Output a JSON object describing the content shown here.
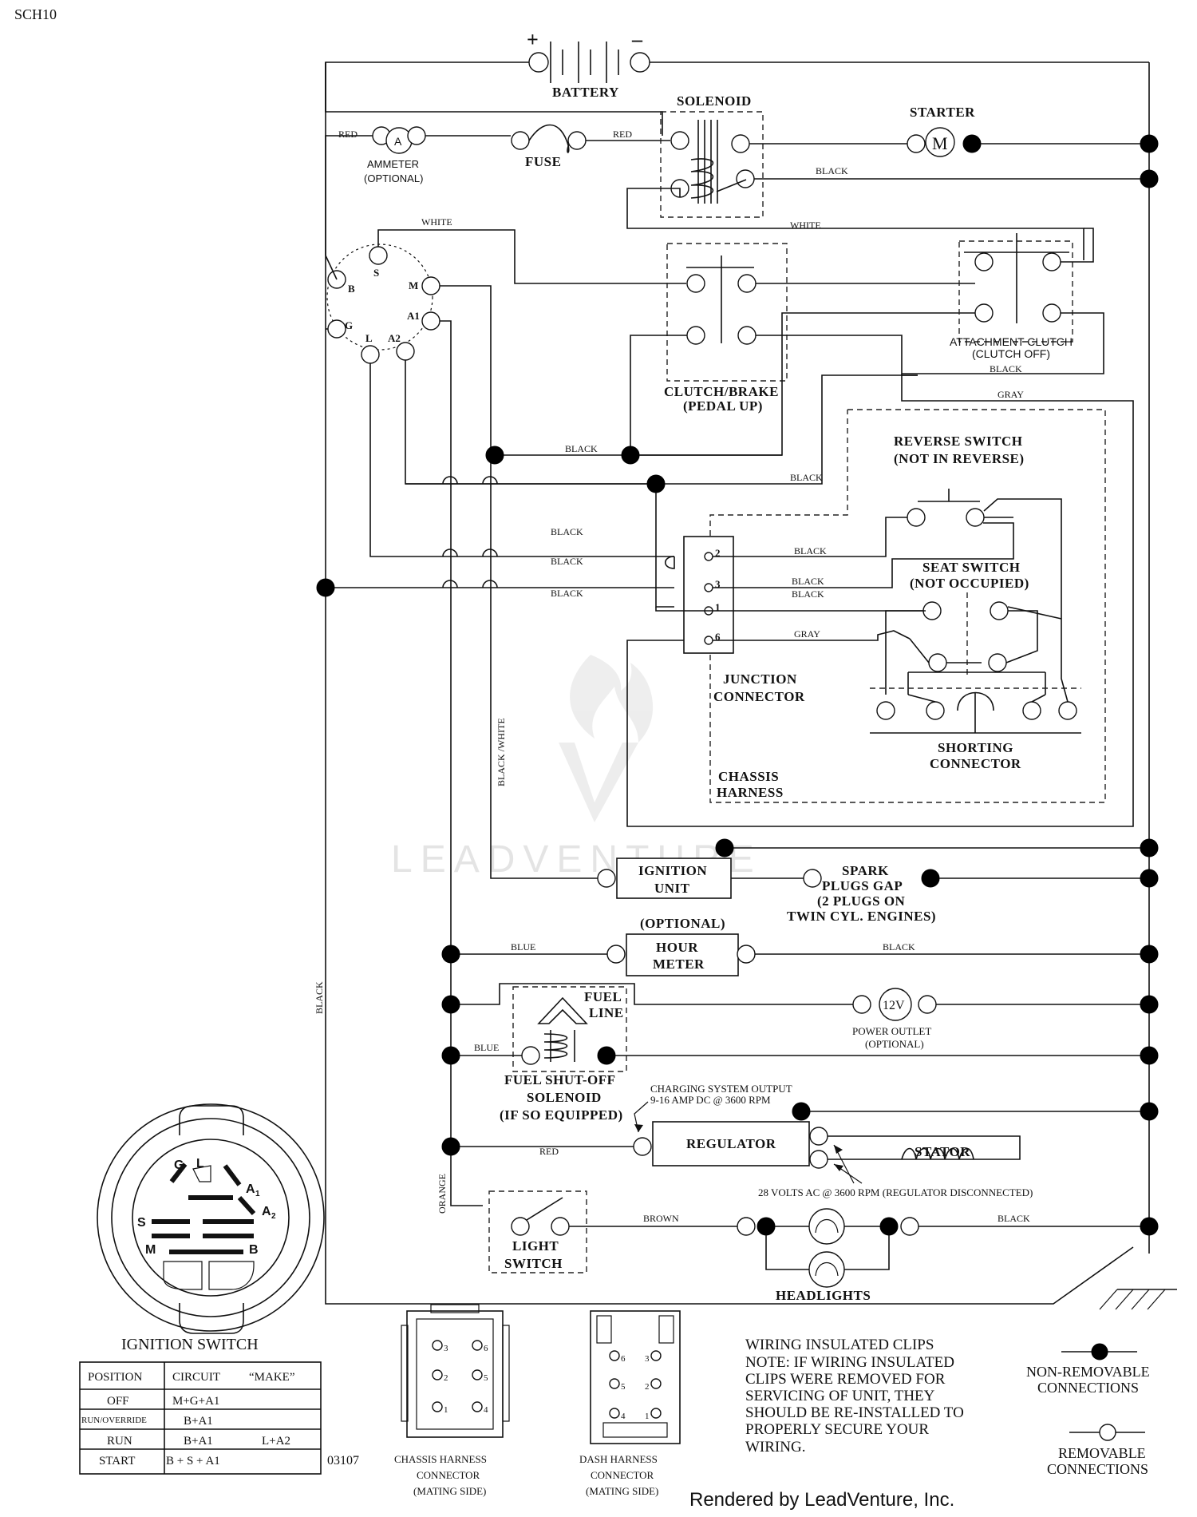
{
  "page_code": "SCH10",
  "battery": {
    "label": "BATTERY",
    "plus": "+",
    "minus": "–"
  },
  "solenoid": {
    "label": "SOLENOID"
  },
  "starter": {
    "label": "STARTER",
    "symbol": "M"
  },
  "ammeter": {
    "symbol": "A",
    "line1": "AMMETER",
    "line2": "(OPTIONAL)"
  },
  "fuse": {
    "label": "FUSE"
  },
  "wire_colors": {
    "red_1": "RED",
    "red_2": "RED",
    "red_reg": "RED",
    "black_starter": "BLACK",
    "black_mid": "BLACK",
    "black_right": "BLACK",
    "black_j1": "BLACK",
    "black_j2": "BLACK",
    "black_j3": "BLACK",
    "black_r2": "BLACK",
    "black_r3": "BLACK",
    "black_r1": "BLACK",
    "black_ac": "BLACK",
    "black_hm": "BLACK",
    "black_hl": "BLACK",
    "white_top": "WHITE",
    "white_right": "WHITE",
    "gray_ac": "GRAY",
    "gray_j6": "GRAY",
    "black_white": "BLACK /WHITE",
    "black_left": "BLACK",
    "blue_hm": "BLUE",
    "blue_fuel": "BLUE",
    "orange": "ORANGE",
    "brown": "BROWN"
  },
  "ignition_terminals": {
    "b": "B",
    "s": "S",
    "m": "M",
    "a1": "A1",
    "g": "G",
    "l": "L",
    "a2": "A2"
  },
  "clutch_brake": {
    "line1": "CLUTCH/BRAKE",
    "line2": "(PEDAL UP)"
  },
  "attachment_clutch": {
    "line1": "ATTACHMENT CLUTCH",
    "line2": "(CLUTCH OFF)"
  },
  "reverse_switch": {
    "line1": "REVERSE SWITCH",
    "line2": "(NOT IN REVERSE)"
  },
  "seat_switch": {
    "line1": "SEAT SWITCH",
    "line2": "(NOT OCCUPIED)"
  },
  "junction": {
    "pins": [
      "2",
      "3",
      "1",
      "6"
    ],
    "line1": "JUNCTION",
    "line2": "CONNECTOR"
  },
  "chassis_harness": {
    "line1": "CHASSIS",
    "line2": "HARNESS"
  },
  "shorting_connector": {
    "line1": "SHORTING",
    "line2": "CONNECTOR"
  },
  "ignition_unit": {
    "line1": "IGNITION",
    "line2": "UNIT"
  },
  "spark_plugs": {
    "line1": "SPARK",
    "line2": "PLUGS GAP",
    "line3": "(2 PLUGS ON",
    "line4": "TWIN CYL. ENGINES)"
  },
  "hour_meter": {
    "optional": "(OPTIONAL)",
    "line1": "HOUR",
    "line2": "METER"
  },
  "fuel_line": {
    "line1": "FUEL",
    "line2": "LINE"
  },
  "power_outlet": {
    "symbol": "12V",
    "line1": "POWER OUTLET",
    "line2": "(OPTIONAL)"
  },
  "fuel_solenoid": {
    "line1": "FUEL SHUT-OFF",
    "line2": "SOLENOID",
    "line3": "(IF SO EQUIPPED)"
  },
  "charging": {
    "line1": "CHARGING SYSTEM OUTPUT",
    "line2": "9-16 AMP DC @ 3600 RPM"
  },
  "regulator": {
    "label": "REGULATOR"
  },
  "stator": {
    "label": "STATOR",
    "note": "28 VOLTS AC @ 3600 RPM (REGULATOR DISCONNECTED)"
  },
  "light_switch": {
    "line1": "LIGHT",
    "line2": "SWITCH"
  },
  "headlights": {
    "label": "HEADLIGHTS"
  },
  "ignition_switch": {
    "title": "IGNITION SWITCH",
    "face": {
      "g": "G",
      "l": "L",
      "a1": "A",
      "a1_sub": "1",
      "a2": "A",
      "a2_sub": "2",
      "s": "S",
      "m": "M",
      "b": "B"
    },
    "headers": [
      "POSITION",
      "CIRCUIT",
      "“MAKE”"
    ],
    "rows": [
      [
        "OFF",
        "M+G+A1",
        ""
      ],
      [
        "RUN/OVERRIDE",
        "B+A1",
        ""
      ],
      [
        "RUN",
        "B+A1",
        "L+A2"
      ],
      [
        "START",
        "B + S + A1",
        ""
      ]
    ]
  },
  "part_code": "03107",
  "chassis_connector": {
    "pins": [
      "3",
      "6",
      "2",
      "5",
      "1",
      "4"
    ],
    "line1": "CHASSIS HARNESS",
    "line2": "CONNECTOR",
    "line3": "(MATING SIDE)"
  },
  "dash_connector": {
    "pins": [
      "6",
      "3",
      "5",
      "2",
      "4",
      "1"
    ],
    "line1": "DASH HARNESS",
    "line2": "CONNECTOR",
    "line3": "(MATING SIDE)"
  },
  "note": {
    "lines": [
      "WIRING INSULATED CLIPS",
      "NOTE:  IF WIRING INSULATED",
      "CLIPS WERE REMOVED FOR",
      "SERVICING OF UNIT, THEY",
      "SHOULD BE RE-INSTALLED TO",
      "PROPERLY SECURE YOUR",
      " WIRING."
    ]
  },
  "legend": {
    "non_removable_1": "NON-REMOVABLE",
    "non_removable_2": "CONNECTIONS",
    "removable_1": "REMOVABLE",
    "removable_2": "CONNECTIONS"
  },
  "watermark": "LEADVENTURE",
  "rendered_by": "Rendered by LeadVenture, Inc."
}
